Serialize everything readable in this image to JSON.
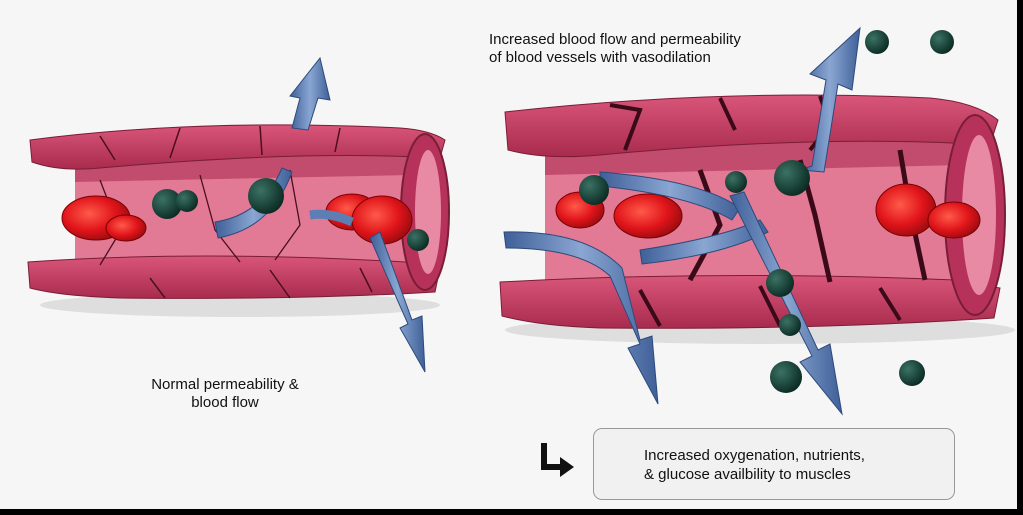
{
  "captions": {
    "normal_line1": "Normal permeability &",
    "normal_line2": "blood flow",
    "increased_line1": "Increased blood flow and permeability",
    "increased_line2": "of blood vessels with vasodilation"
  },
  "outcome": {
    "line1": "Increased oxygenation, nutrients,",
    "line2": "& glucose availbility to muscles"
  },
  "colors": {
    "vessel_wall": "#c63a5f",
    "vessel_inner": "#e27a95",
    "red_blood_cell": "#e0141a",
    "particle": "#103c32",
    "flow_arrow": "#5b7fb5",
    "outcome_box": "#f1f1f1"
  },
  "icons": [
    "flow-arrow-icon",
    "return-arrow-icon"
  ]
}
